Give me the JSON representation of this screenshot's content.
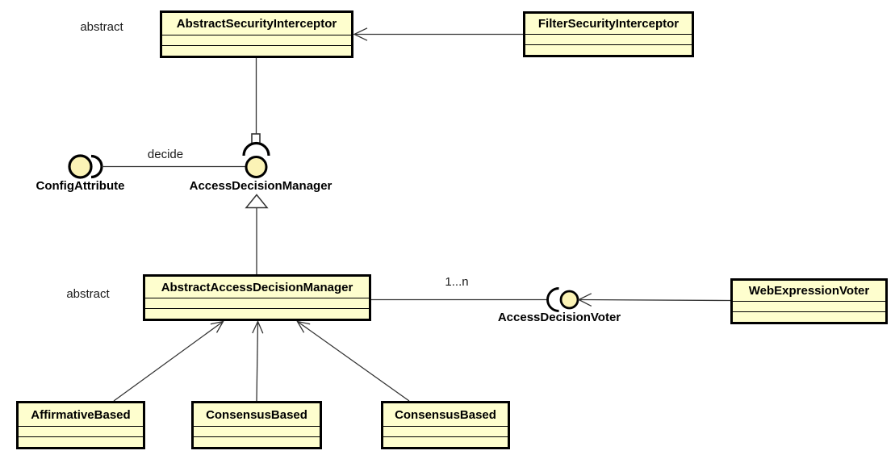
{
  "colors": {
    "background": "#ffffff",
    "node_fill": "#FEFECE",
    "node_border": "#000000",
    "ball_fill": "#FBF3B6",
    "line": "#333333",
    "text": "#000000"
  },
  "classes": [
    {
      "id": "abstract-security-interceptor",
      "name": "AbstractSecurityInterceptor"
    },
    {
      "id": "filter-security-interceptor",
      "name": "FilterSecurityInterceptor"
    },
    {
      "id": "abstract-access-decision-manager",
      "name": "AbstractAccessDecisionManager"
    },
    {
      "id": "web-expression-voter",
      "name": "WebExpressionVoter"
    },
    {
      "id": "affirmative-based",
      "name": "AffirmativeBased"
    },
    {
      "id": "consensus-based-1",
      "name": "ConsensusBased"
    },
    {
      "id": "consensus-based-2",
      "name": "ConsensusBased"
    }
  ],
  "interfaces": [
    {
      "id": "config-attribute",
      "name": "ConfigAttribute"
    },
    {
      "id": "access-decision-manager",
      "name": "AccessDecisionManager"
    },
    {
      "id": "access-decision-voter",
      "name": "AccessDecisionVoter"
    }
  ],
  "annotations": [
    {
      "id": "abstract-top",
      "text": "abstract"
    },
    {
      "id": "abstract-middle",
      "text": "abstract"
    }
  ],
  "edge_labels": [
    {
      "id": "decide",
      "text": "decide"
    },
    {
      "id": "multiplicity",
      "text": "1...n"
    }
  ]
}
